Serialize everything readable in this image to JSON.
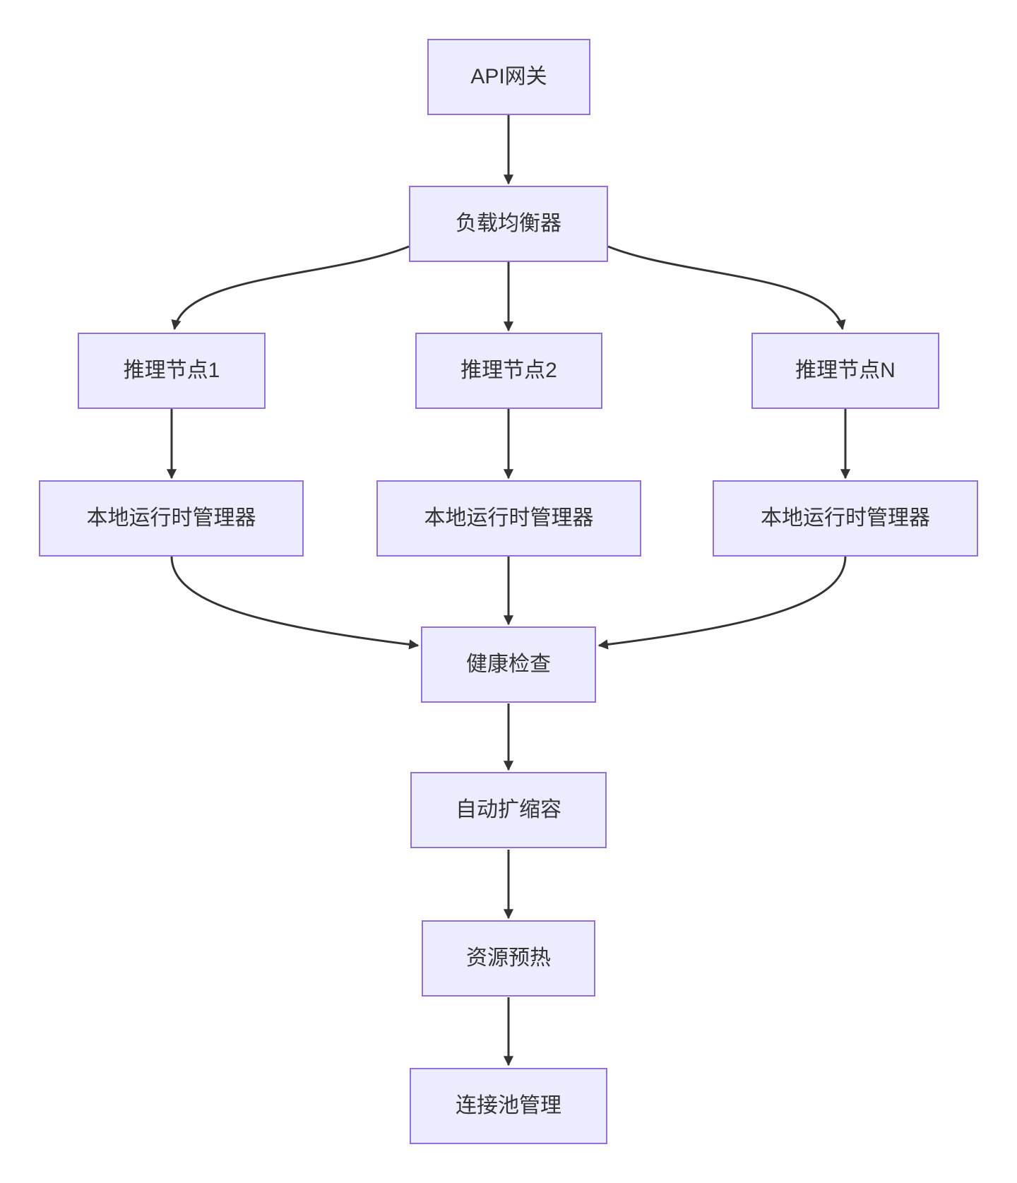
{
  "diagram": {
    "type": "flowchart",
    "direction": "top-down",
    "nodes": {
      "api_gateway": {
        "label": "API网关"
      },
      "load_balancer": {
        "label": "负载均衡器"
      },
      "inference_node_1": {
        "label": "推理节点1"
      },
      "inference_node_2": {
        "label": "推理节点2"
      },
      "inference_node_n": {
        "label": "推理节点N"
      },
      "runtime_manager_1": {
        "label": "本地运行时管理器"
      },
      "runtime_manager_2": {
        "label": "本地运行时管理器"
      },
      "runtime_manager_n": {
        "label": "本地运行时管理器"
      },
      "health_check": {
        "label": "健康检查"
      },
      "auto_scaling": {
        "label": "自动扩缩容"
      },
      "resource_warmup": {
        "label": "资源预热"
      },
      "connection_pool": {
        "label": "连接池管理"
      }
    },
    "edges": [
      {
        "from": "api_gateway",
        "to": "load_balancer"
      },
      {
        "from": "load_balancer",
        "to": "inference_node_1"
      },
      {
        "from": "load_balancer",
        "to": "inference_node_2"
      },
      {
        "from": "load_balancer",
        "to": "inference_node_n"
      },
      {
        "from": "inference_node_1",
        "to": "runtime_manager_1"
      },
      {
        "from": "inference_node_2",
        "to": "runtime_manager_2"
      },
      {
        "from": "inference_node_n",
        "to": "runtime_manager_n"
      },
      {
        "from": "runtime_manager_1",
        "to": "health_check"
      },
      {
        "from": "runtime_manager_2",
        "to": "health_check"
      },
      {
        "from": "runtime_manager_n",
        "to": "health_check"
      },
      {
        "from": "health_check",
        "to": "auto_scaling"
      },
      {
        "from": "auto_scaling",
        "to": "resource_warmup"
      },
      {
        "from": "resource_warmup",
        "to": "connection_pool"
      }
    ],
    "colors": {
      "node_fill": "#ECECFF",
      "node_border": "#9370DB",
      "edge": "#333333",
      "text": "#333333",
      "background": "#FFFFFF"
    }
  }
}
